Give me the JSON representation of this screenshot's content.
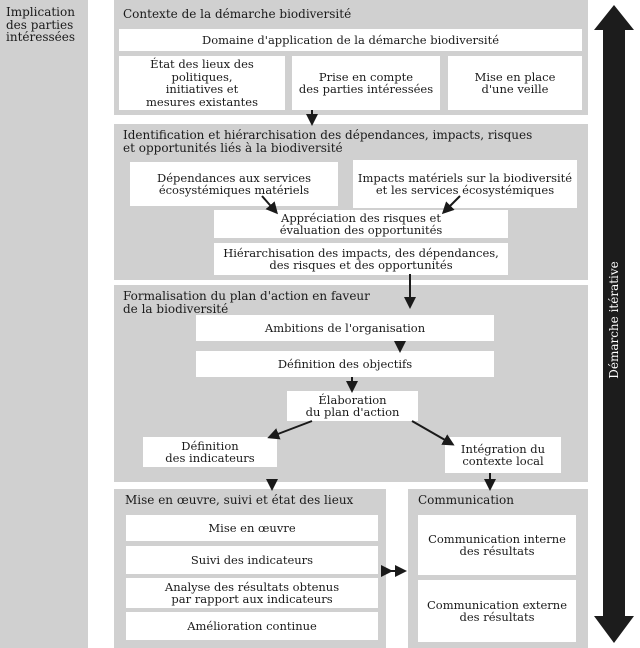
{
  "side_label": "Implication\ndes parties\nintéressées",
  "iterative_label": "Démarche itérative",
  "contexte": {
    "title": "Contexte de la démarche biodiversité",
    "domaine": "Domaine d'application de la démarche biodiversité",
    "etat": "État des lieux des politiques,\ninitiatives et\nmesures existantes",
    "prise": "Prise en compte\ndes parties intéressées",
    "veille": "Mise en place\nd'une veille"
  },
  "identification": {
    "title": "Identification et hiérarchisation des dépendances, impacts, risques\net opportunités liés à la biodiversité",
    "dependances": "Dépendances aux services\nécosystémiques matériels",
    "impacts": "Impacts matériels sur la biodiversité\net les services écosystémiques",
    "appreciation": "Appréciation des risques et\névaluation des opportunités",
    "hierarchisation": "Hiérarchisation des impacts, des dépendances,\ndes risques et des opportunités"
  },
  "formalisation": {
    "title": "Formalisation du plan d'action en faveur\nde la biodiversité",
    "ambitions": "Ambitions de l'organisation",
    "objectifs": "Définition des objectifs",
    "elaboration": "Élaboration\ndu plan d'action",
    "indicateurs": "Définition\ndes indicateurs",
    "integration": "Intégration du\ncontexte local"
  },
  "mise": {
    "title": "Mise en œuvre, suivi et état des lieux",
    "oeuvre": "Mise en œuvre",
    "suivi": "Suivi des indicateurs",
    "analyse": "Analyse des résultats obtenus\npar rapport aux indicateurs",
    "amelioration": "Amélioration continue"
  },
  "communication": {
    "title": "Communication",
    "interne": "Communication interne\ndes résultats",
    "externe": "Communication externe\ndes résultats"
  },
  "colors": {
    "panel": "#d0d0d0",
    "box": "#ffffff",
    "arrow": "#1a1a1a",
    "iterative_arrow": "#1c1c1c",
    "iterative_text": "#ffffff"
  }
}
